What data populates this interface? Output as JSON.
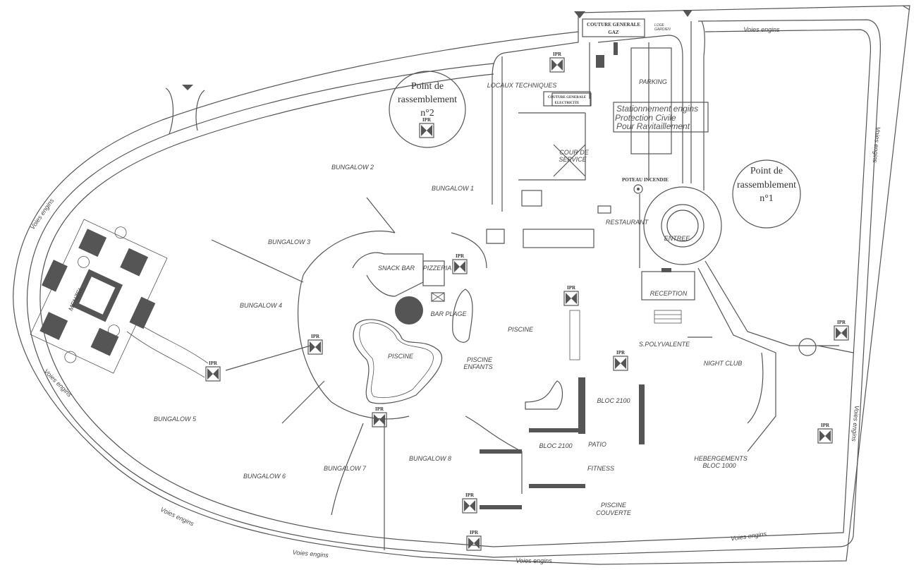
{
  "plan": {
    "line_color": "#555555",
    "utilities": {
      "gas_cutoff": [
        "COUTURE GENERALE",
        "GAZ"
      ],
      "electric_cutoff": [
        "COUTURE GENERALE",
        "ELECTRICITE"
      ],
      "guard_lodge": [
        "LOGE",
        "GARDIEN"
      ],
      "fire_hydrant": "POTEAU INCENDIE"
    },
    "assembly_points": [
      {
        "lines": [
          "Point de",
          "rassemblement",
          "n°2"
        ]
      },
      {
        "lines": [
          "Point de",
          "rassemblement",
          "n°1"
        ]
      }
    ],
    "parking_note": [
      "Stationnement engins",
      "Protection Civile",
      "Pour Ravitaillement"
    ],
    "road_label": "Voies engins",
    "ipr_label": "IPR",
    "ipr_count": 12,
    "areas": {
      "locaux_techniques": "LOCAUX TECHNIQUES",
      "parking": "PARKING",
      "cour_service": [
        "COUR DE",
        "SERVICE"
      ],
      "bungalow1": "BUNGALOW 1",
      "bungalow2": "BUNGALOW 2",
      "bungalow3": "BUNGALOW 3",
      "bungalow4": "BUNGALOW 4",
      "bungalow5": "BUNGALOW 5",
      "bungalow6": "BUNGALOW 6",
      "bungalow7": "BUNGALOW 7",
      "bungalow8": "BUNGALOW 8",
      "restaurant": "RESTAURANT",
      "entree": "ENTREE",
      "reception": "RECEPTION",
      "snack_bar": "SNACK BAR",
      "pizzeria": "PIZZERIA",
      "bar_plage": "BAR PLAGE",
      "piscine_main": "PISCINE",
      "piscine_west": "PISCINE",
      "piscine_enfants": [
        "PISCINE",
        "ENFANTS"
      ],
      "s_polyvalente": "S.POLYVALENTE",
      "night_club": "NIGHT CLUB",
      "bloc2100_a": "BLOC 2100",
      "bloc2100_b": "BLOC 2100",
      "patio": "PATIO",
      "fitness": "FITNESS",
      "hebergements": [
        "HEBERGEMENTS",
        "BLOC 1000"
      ],
      "piscine_couverte": [
        "PISCINE",
        "COUVERTE"
      ],
      "menzel": "MENZEL"
    }
  }
}
